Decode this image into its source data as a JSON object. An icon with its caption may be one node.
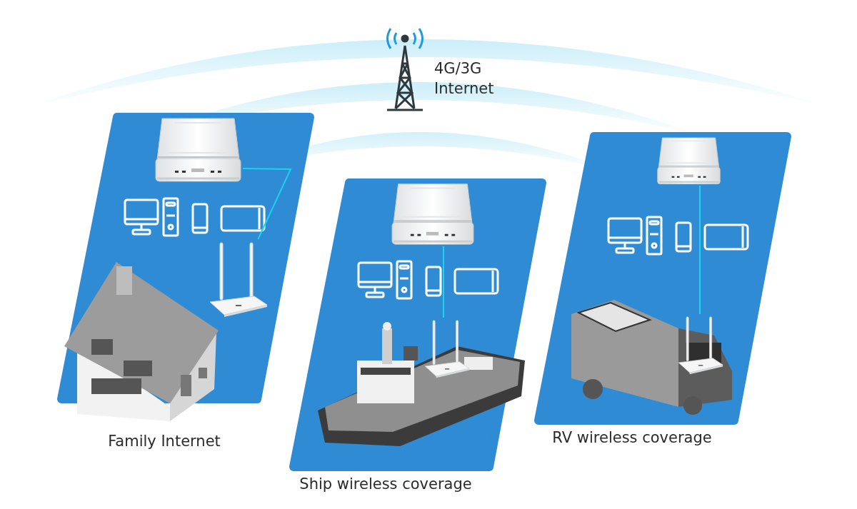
{
  "diagram": {
    "nodes": [
      {
        "text": [],
        "shape": "box",
        "beside": [
          "Family Internet"
        ]
      },
      {
        "text": [],
        "shape": "picture",
        "in": 0
      },
      {
        "text": [],
        "shape": "picture",
        "in": 0
      },
      {
        "text": [],
        "shape": "box",
        "beside": [
          "Ship wireless coverage"
        ]
      },
      {
        "text": [],
        "shape": "picture",
        "in": 3
      },
      {
        "text": [],
        "shape": "picture",
        "in": 3
      },
      {
        "text": [],
        "shape": "box",
        "beside": [
          "RV wireless coverage"
        ]
      },
      {
        "text": [],
        "shape": "picture",
        "in": 6
      },
      {
        "text": [],
        "shape": "picture",
        "in": 6
      }
    ],
    "edges": [
      {
        "from": 1,
        "to": 2,
        "arrow": "none"
      },
      {
        "from": 4,
        "to": 5,
        "arrow": "none"
      },
      {
        "from": 7,
        "to": 8,
        "arrow": "none"
      }
    ],
    "labels": [
      "4G/3G Internet"
    ]
  }
}
